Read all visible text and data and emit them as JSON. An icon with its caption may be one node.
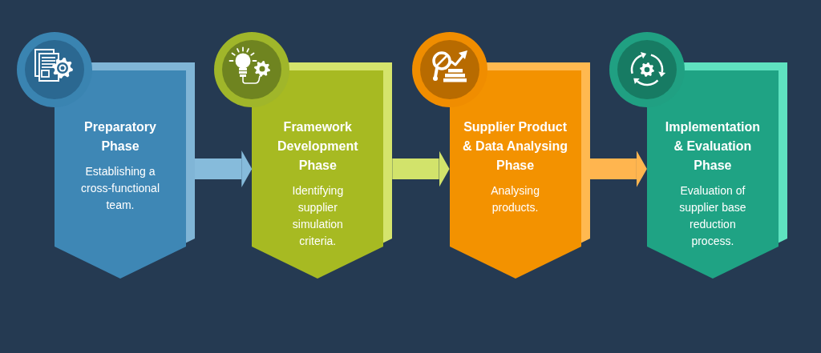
{
  "diagram": {
    "nodes": [
      {
        "text": [
          "Preparatory Phase",
          "Establishing a cross-functional team."
        ]
      },
      {
        "text": [
          "Framework Development Phase",
          "Identifying supplier simulation criteria."
        ]
      },
      {
        "text": [
          "Supplier Product & Data Analysing Phase",
          "Analysing products."
        ]
      },
      {
        "text": [
          "Implementation & Evaluation Phase",
          "Evaluation of supplier base reduction process."
        ]
      }
    ],
    "edges": [
      {
        "from": 0,
        "to": 1,
        "arrow": "to",
        "color": "#86bbdb"
      },
      {
        "from": 1,
        "to": 2,
        "arrow": "to",
        "color": "#d2e36b"
      },
      {
        "from": 2,
        "to": 3,
        "arrow": "to",
        "color": "#ffb54f"
      }
    ]
  }
}
